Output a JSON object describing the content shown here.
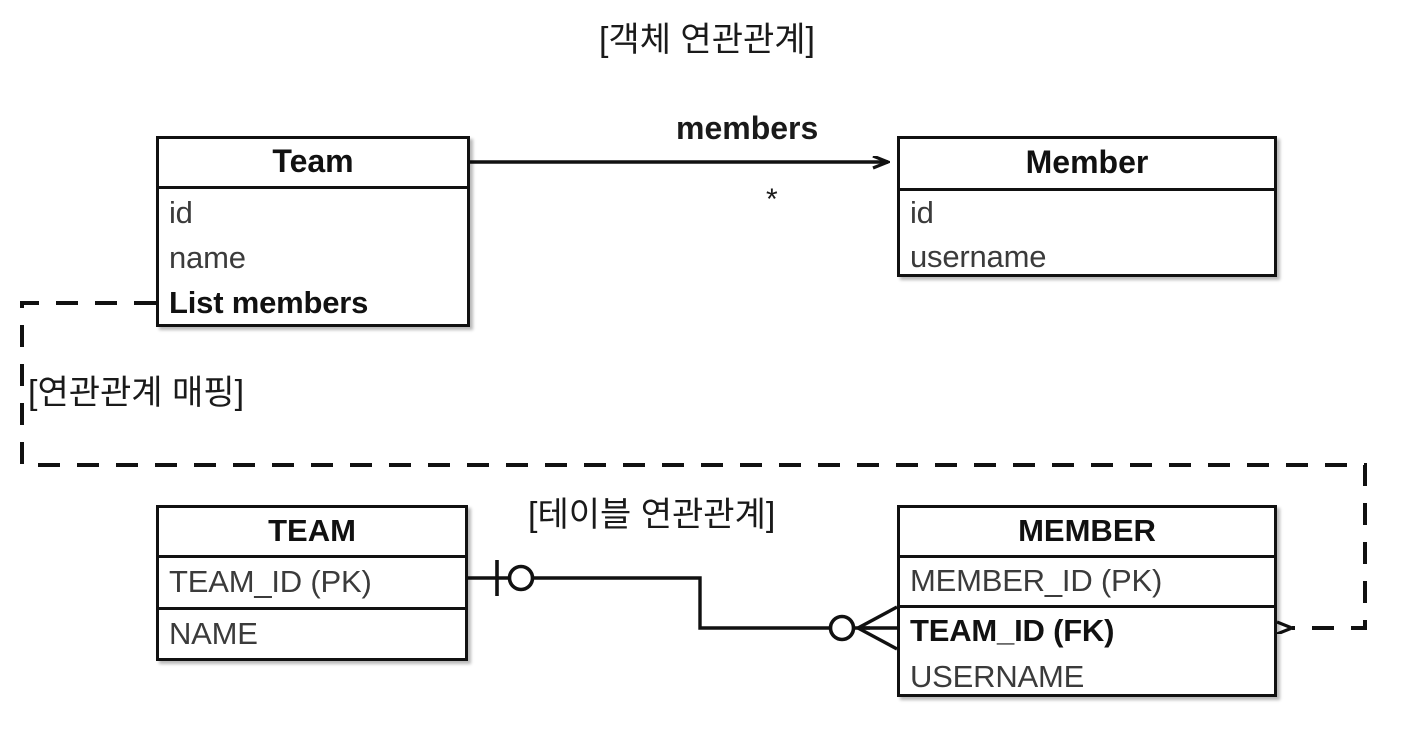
{
  "diagram": {
    "titles": {
      "object_relation": "[객체 연관관계]",
      "relation_mapping": "[연관관계 매핑]",
      "table_relation": "[테이블 연관관계]"
    },
    "association": {
      "role_label": "members",
      "multiplicity": "*"
    },
    "object_model": {
      "team": {
        "name": "Team",
        "attributes": [
          {
            "text": "id",
            "bold": false
          },
          {
            "text": "name",
            "bold": false
          },
          {
            "text": "List members",
            "bold": true
          }
        ]
      },
      "member": {
        "name": "Member",
        "attributes": [
          {
            "text": "id",
            "bold": false
          },
          {
            "text": "username",
            "bold": false
          }
        ]
      }
    },
    "table_model": {
      "team_table": {
        "name": "TEAM",
        "pk": {
          "text": "TEAM_ID (PK)",
          "bold": false
        },
        "columns": [
          {
            "text": "NAME",
            "bold": false
          }
        ]
      },
      "member_table": {
        "name": "MEMBER",
        "pk": {
          "text": "MEMBER_ID (PK)",
          "bold": false
        },
        "columns": [
          {
            "text": "TEAM_ID (FK)",
            "bold": true
          },
          {
            "text": "USERNAME",
            "bold": false
          }
        ]
      }
    },
    "colors": {
      "stroke": "#111111",
      "attribute_text": "#3b3b3b",
      "background": "#ffffff"
    }
  }
}
